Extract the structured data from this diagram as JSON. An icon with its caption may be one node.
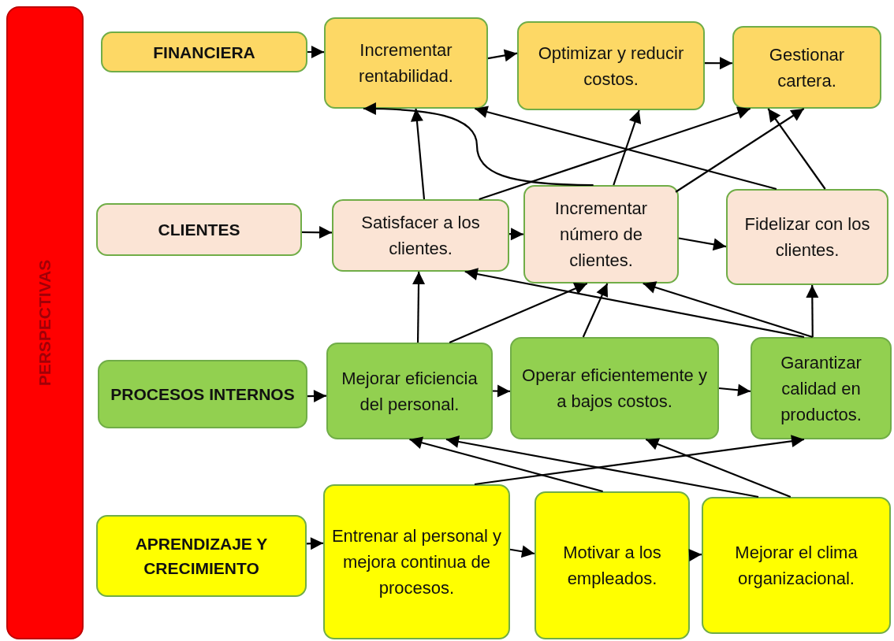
{
  "diagram": {
    "nodes": [
      {
        "text": [
          "PERSPECTIVAS"
        ]
      },
      {
        "text": [
          "FINANCIERA"
        ]
      },
      {
        "text": [
          "Incrementar rentabilidad."
        ]
      },
      {
        "text": [
          "Optimizar y reducir costos."
        ]
      },
      {
        "text": [
          "Gestionar cartera."
        ]
      },
      {
        "text": [
          "CLIENTES"
        ]
      },
      {
        "text": [
          "Satisfacer a los clientes."
        ]
      },
      {
        "text": [
          "Incrementar número de clientes."
        ]
      },
      {
        "text": [
          "Fidelizar con los clientes."
        ]
      },
      {
        "text": [
          "PROCESOS INTERNOS"
        ]
      },
      {
        "text": [
          "Mejorar eficiencia del personal."
        ]
      },
      {
        "text": [
          "Operar eficientemente y a bajos costos."
        ]
      },
      {
        "text": [
          "Garantizar calidad en productos."
        ]
      },
      {
        "text": [
          "APRENDIZAJE Y CRECIMIENTO"
        ]
      },
      {
        "text": [
          "Entrenar al personal y mejora continua de procesos."
        ]
      },
      {
        "text": [
          "Motivar a los empleados."
        ]
      },
      {
        "text": [
          "Mejorar el clima organizacional."
        ]
      }
    ],
    "edges": [
      {
        "from": 1,
        "to": 2,
        "arrow": "to"
      },
      {
        "from": 2,
        "to": 3,
        "arrow": "to"
      },
      {
        "from": 3,
        "to": 4,
        "arrow": "to"
      },
      {
        "from": 5,
        "to": 6,
        "arrow": "to"
      },
      {
        "from": 6,
        "to": 7,
        "arrow": "to"
      },
      {
        "from": 7,
        "to": 8,
        "arrow": "to"
      },
      {
        "from": 9,
        "to": 10,
        "arrow": "to"
      },
      {
        "from": 10,
        "to": 11,
        "arrow": "to"
      },
      {
        "from": 11,
        "to": 12,
        "arrow": "to"
      },
      {
        "from": 13,
        "to": 14,
        "arrow": "to"
      },
      {
        "from": 14,
        "to": 15,
        "arrow": "to"
      },
      {
        "from": 15,
        "to": 16,
        "arrow": "to"
      },
      {
        "from": 6,
        "to": 2,
        "arrow": "to"
      },
      {
        "from": 7,
        "to": 2,
        "arrow": "to"
      },
      {
        "from": 8,
        "to": 2,
        "arrow": "to"
      },
      {
        "from": 7,
        "to": 3,
        "arrow": "to"
      },
      {
        "from": 6,
        "to": 4,
        "arrow": "to"
      },
      {
        "from": 7,
        "to": 4,
        "arrow": "to"
      },
      {
        "from": 8,
        "to": 4,
        "arrow": "to"
      },
      {
        "from": 10,
        "to": 6,
        "arrow": "to"
      },
      {
        "from": 10,
        "to": 7,
        "arrow": "to"
      },
      {
        "from": 11,
        "to": 7,
        "arrow": "to"
      },
      {
        "from": 12,
        "to": 6,
        "arrow": "to"
      },
      {
        "from": 12,
        "to": 7,
        "arrow": "to"
      },
      {
        "from": 12,
        "to": 8,
        "arrow": "to"
      },
      {
        "from": 15,
        "to": 10,
        "arrow": "to"
      },
      {
        "from": 16,
        "to": 10,
        "arrow": "to"
      },
      {
        "from": 16,
        "to": 11,
        "arrow": "to"
      },
      {
        "from": 14,
        "to": 12,
        "arrow": "to"
      }
    ]
  }
}
